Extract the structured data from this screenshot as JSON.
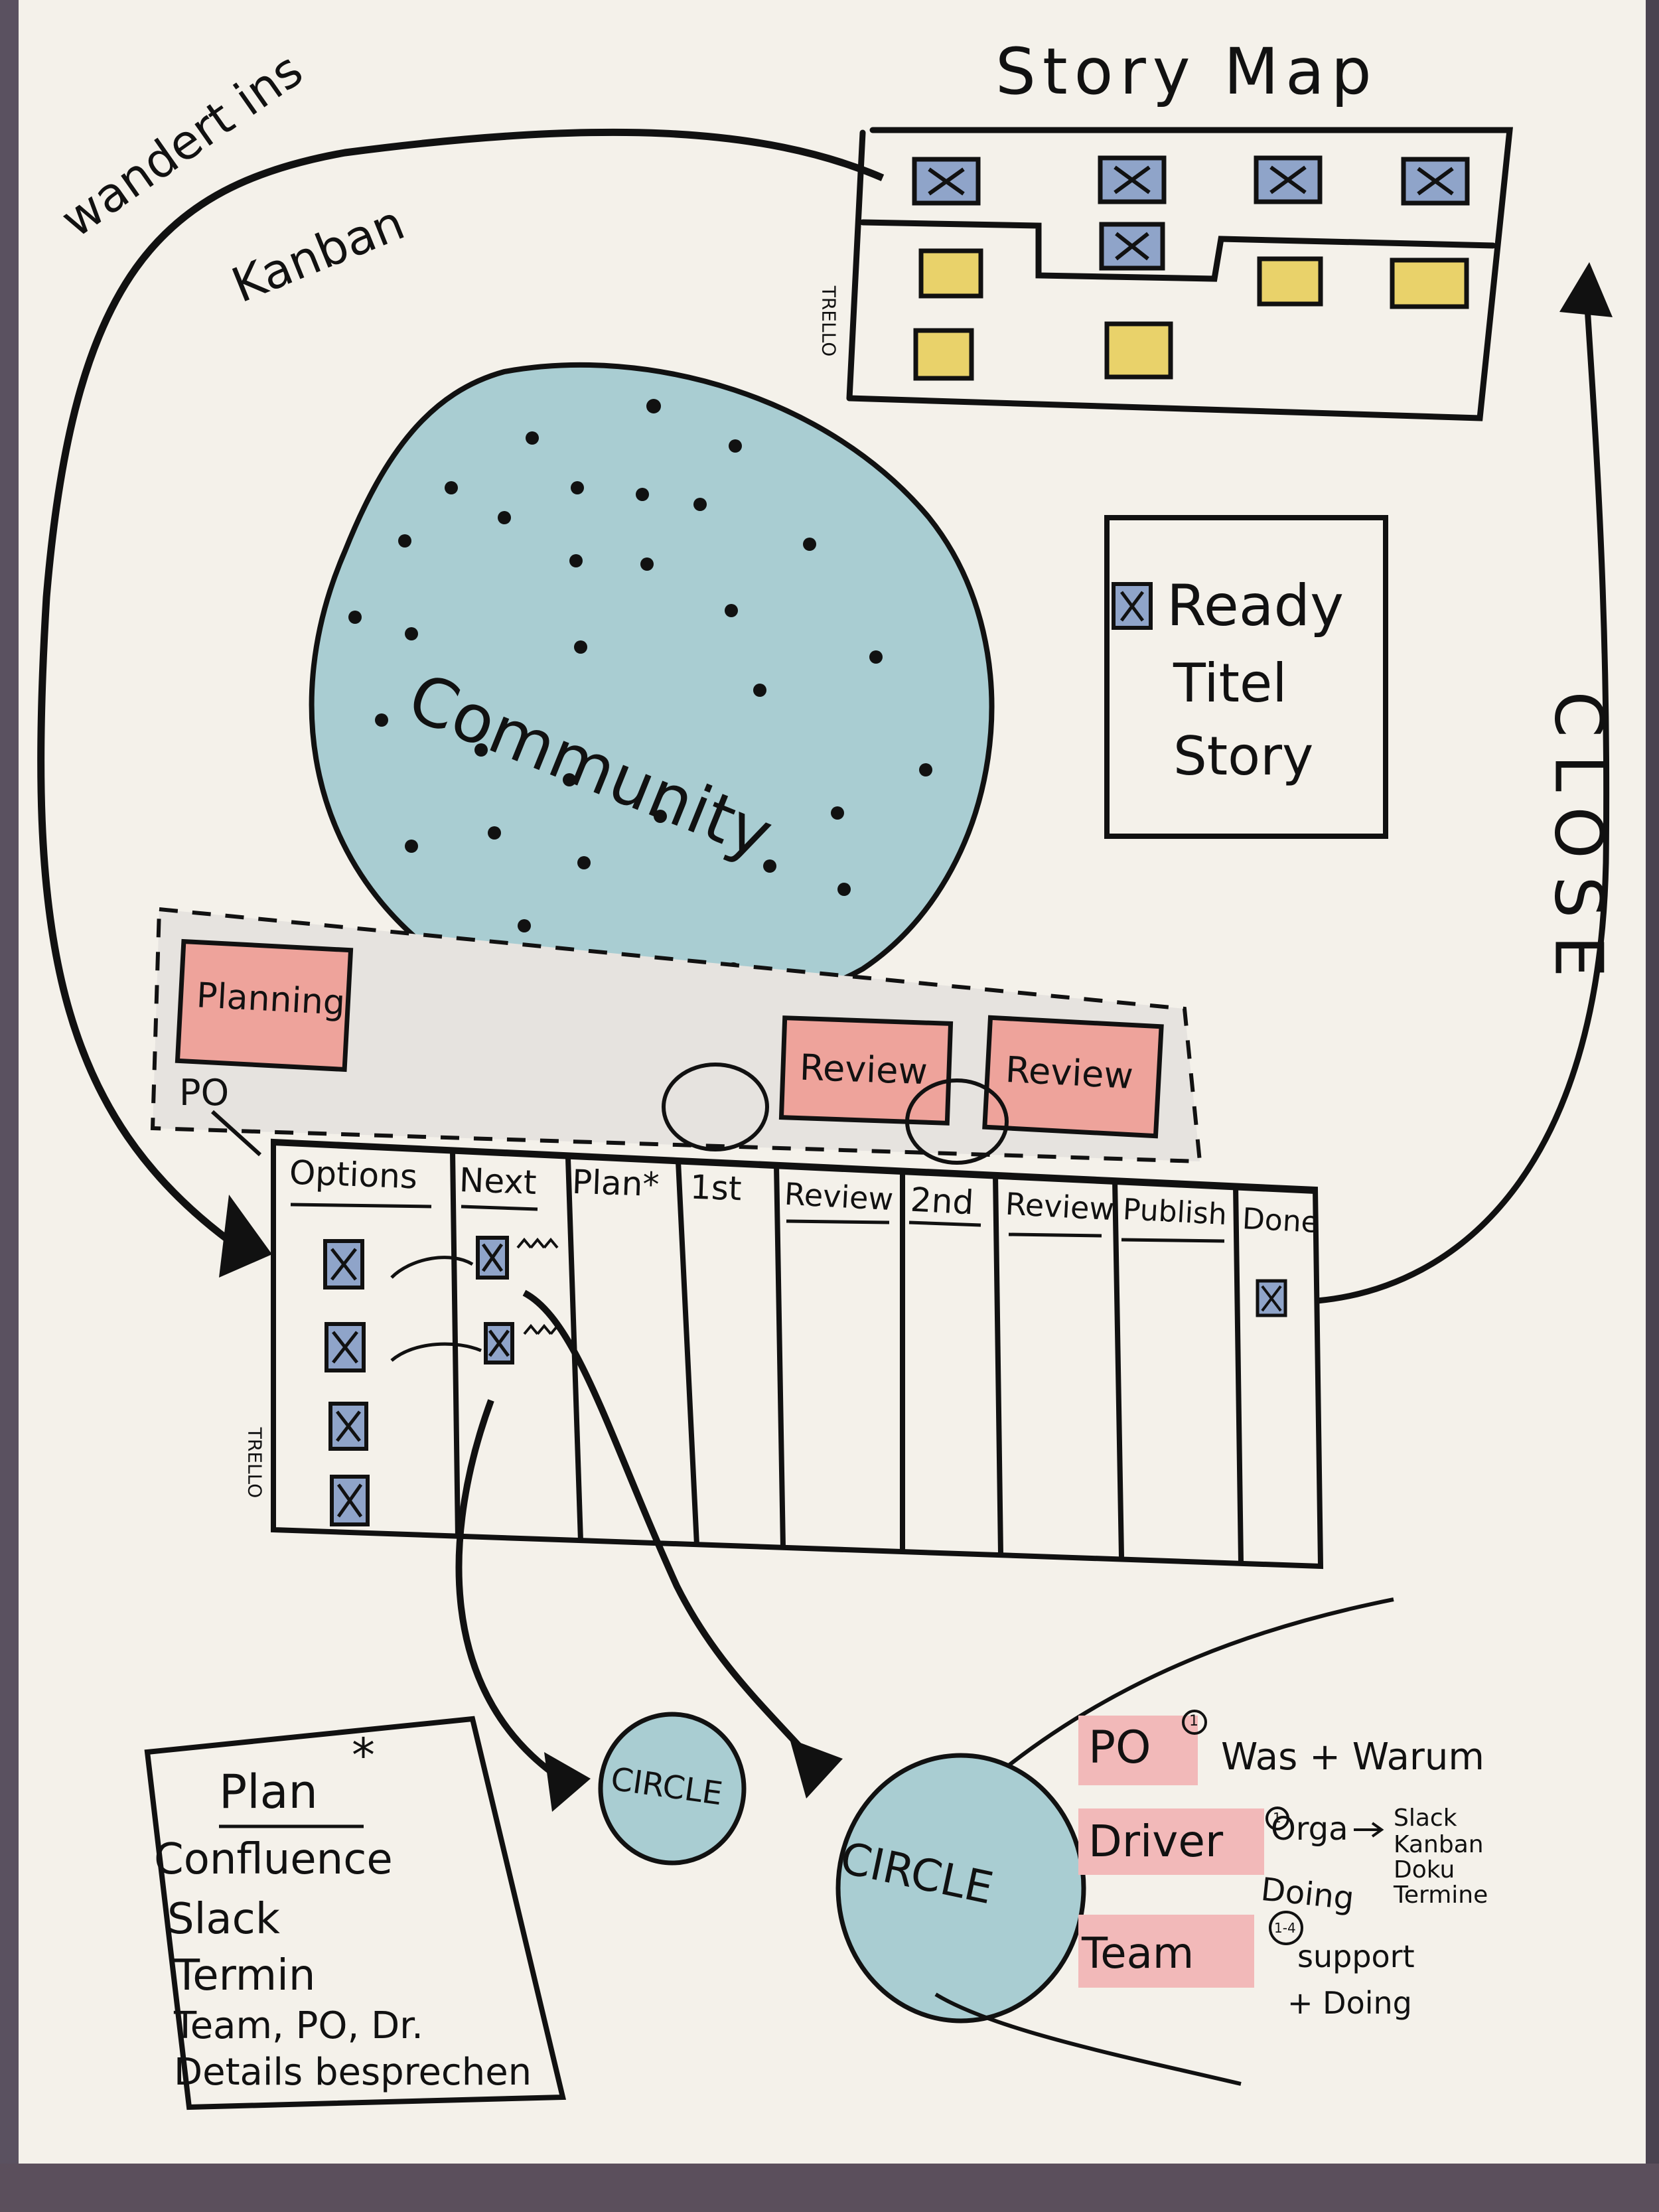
{
  "colors": {
    "paper": "#f4f1ea",
    "ink": "#111111",
    "circle_fill": "#a9cdd2",
    "card_blue": "#8fa4c9",
    "card_yellow": "#e9d26a",
    "sticky_red": "#eea39b",
    "highlight_pink": "#f2b9b9"
  },
  "story_map": {
    "title": "Story Map",
    "trello_label": "TRELLO"
  },
  "migration_label": [
    "wandert ins",
    "Kanban"
  ],
  "close_label": "CLOSE",
  "community_label": "Community",
  "legend_card": {
    "lines": [
      "Ready",
      "Titel",
      "Story"
    ]
  },
  "planning_sticky": "Planning",
  "po_label": "PO",
  "review_stickies": [
    "Review",
    "Review"
  ],
  "kanban": {
    "trello_label": "TRELLO",
    "columns": [
      "Options",
      "Next",
      "Plan*",
      "1st",
      "Review",
      "2nd",
      "Review",
      "Publish",
      "Done"
    ]
  },
  "plan_box": {
    "title": "Plan",
    "star": "*",
    "items": [
      "Confluence",
      "Slack",
      "Termin",
      "Team, PO, Dr.",
      "Details besprechen"
    ]
  },
  "small_circle": "CIRCLE",
  "big_circle": "CIRCLE",
  "roles": [
    {
      "role": "PO",
      "count": "1",
      "desc": "Was + Warum"
    },
    {
      "role": "Driver",
      "count": "1",
      "desc": "Orga",
      "desc2": "Doing"
    },
    {
      "role": "Team",
      "count": "1-4",
      "desc": "support",
      "desc2": "+ Doing"
    }
  ],
  "driver_tools": [
    "Slack",
    "Kanban",
    "Doku",
    "Termine"
  ]
}
